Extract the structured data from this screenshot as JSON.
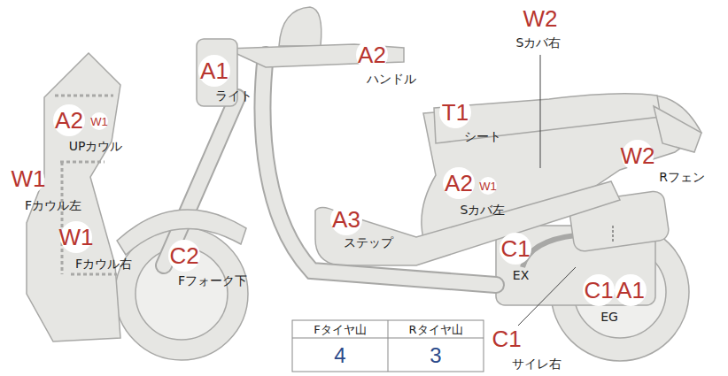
{
  "diagram": {
    "labels": [
      "A1",
      "ライト",
      "A2",
      "ハンドル",
      "W2",
      "Sカバ右",
      "T1",
      "シート",
      "A2",
      "W1",
      "UPカウル",
      "W1",
      "Fカウル左",
      "W1",
      "Fカウル右",
      "W2",
      "Rフェン",
      "A2",
      "W1",
      "Sカバ左",
      "A3",
      "ステップ",
      "C2",
      "Fフォーク下",
      "C1",
      "EX",
      "C1",
      "A1",
      "EG",
      "C1",
      "サイレ右",
      "Fタイヤ山",
      "Rタイヤ山",
      "4",
      "3"
    ]
  }
}
